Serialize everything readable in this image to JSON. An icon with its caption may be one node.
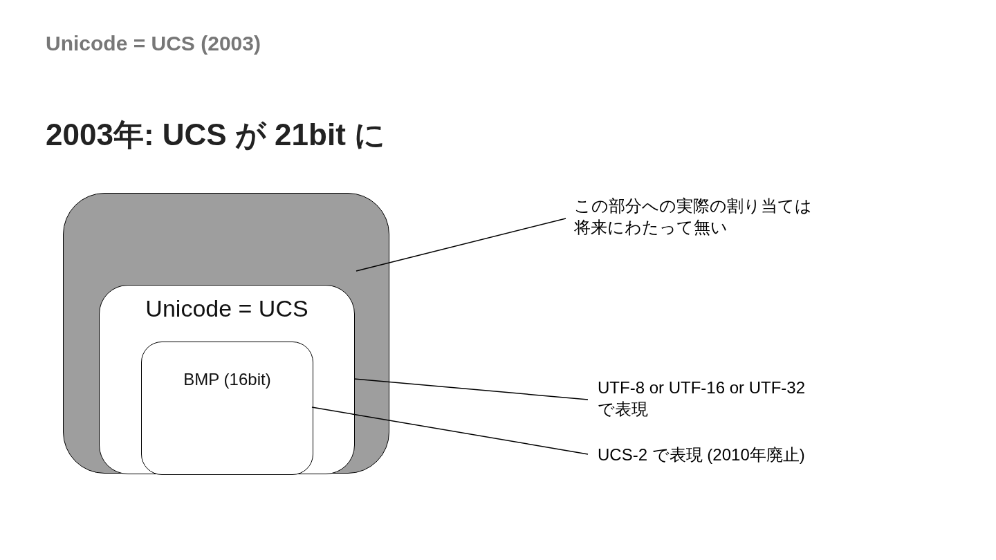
{
  "diagram": {
    "title": "2003年: UCS が 21bit に",
    "nodes": [
      {
        "text": [],
        "shape": "box"
      },
      {
        "text": [
          "Unicode = UCS"
        ],
        "in": 0
      },
      {
        "text": [
          "BMP (16bit)"
        ],
        "in": 1
      },
      {
        "text": [
          "この部分への実際の割り当ては将来にわたって無い"
        ]
      },
      {
        "text": [
          "UTF-8 or UTF-16 or UTF-32 で表現"
        ]
      },
      {
        "text": [
          "UCS-2 で表現 (2010年廃止)"
        ]
      }
    ],
    "edges": [
      {
        "from": 3,
        "to": 0,
        "arrow": "none"
      },
      {
        "from": 4,
        "to": 1,
        "arrow": "none"
      },
      {
        "from": 5,
        "to": 2,
        "arrow": "none"
      }
    ],
    "labels": [
      "Unicode = UCS (2003)"
    ]
  }
}
